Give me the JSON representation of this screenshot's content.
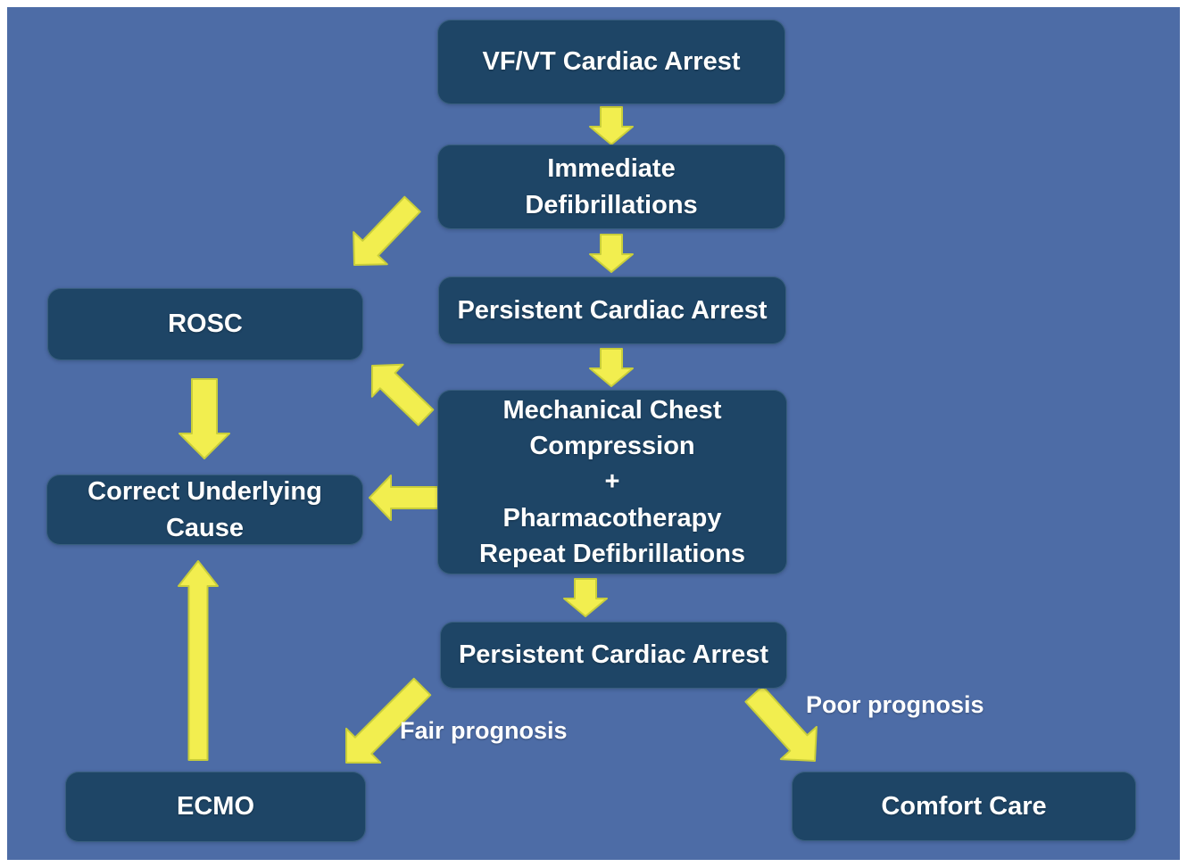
{
  "colors": {
    "page_border": "#ffffff",
    "background": "#4d6ca6",
    "node_fill": "#1e4566",
    "node_text": "#ffffff",
    "arrow_fill": "#f2ee4f",
    "arrow_outline": "#c9ce3a",
    "edge_label_text": "#ffffff"
  },
  "nodes": [
    {
      "id": "vfvt-cardiac-arrest",
      "label": "VF/VT Cardiac Arrest"
    },
    {
      "id": "immediate-defibrillations",
      "label": "Immediate\nDefibrillations"
    },
    {
      "id": "persistent-cardiac-arrest-1",
      "label": "Persistent Cardiac Arrest"
    },
    {
      "id": "mechanical-chest-compression",
      "label": "Mechanical Chest\nCompression\n+\nPharmacotherapy\nRepeat Defibrillations"
    },
    {
      "id": "persistent-cardiac-arrest-2",
      "label": "Persistent Cardiac Arrest"
    },
    {
      "id": "rosc",
      "label": "ROSC"
    },
    {
      "id": "correct-underlying-cause",
      "label": "Correct Underlying\nCause"
    },
    {
      "id": "ecmo",
      "label": "ECMO"
    },
    {
      "id": "comfort-care",
      "label": "Comfort Care"
    }
  ],
  "edges": [
    {
      "from": "vfvt-cardiac-arrest",
      "to": "immediate-defibrillations"
    },
    {
      "from": "immediate-defibrillations",
      "to": "persistent-cardiac-arrest-1"
    },
    {
      "from": "immediate-defibrillations",
      "to": "rosc"
    },
    {
      "from": "persistent-cardiac-arrest-1",
      "to": "mechanical-chest-compression"
    },
    {
      "from": "mechanical-chest-compression",
      "to": "rosc"
    },
    {
      "from": "rosc",
      "to": "correct-underlying-cause"
    },
    {
      "from": "mechanical-chest-compression",
      "to": "correct-underlying-cause"
    },
    {
      "from": "mechanical-chest-compression",
      "to": "persistent-cardiac-arrest-2"
    },
    {
      "from": "persistent-cardiac-arrest-2",
      "to": "ecmo",
      "label": "Fair prognosis"
    },
    {
      "from": "persistent-cardiac-arrest-2",
      "to": "comfort-care",
      "label": "Poor prognosis"
    },
    {
      "from": "ecmo",
      "to": "correct-underlying-cause"
    }
  ]
}
